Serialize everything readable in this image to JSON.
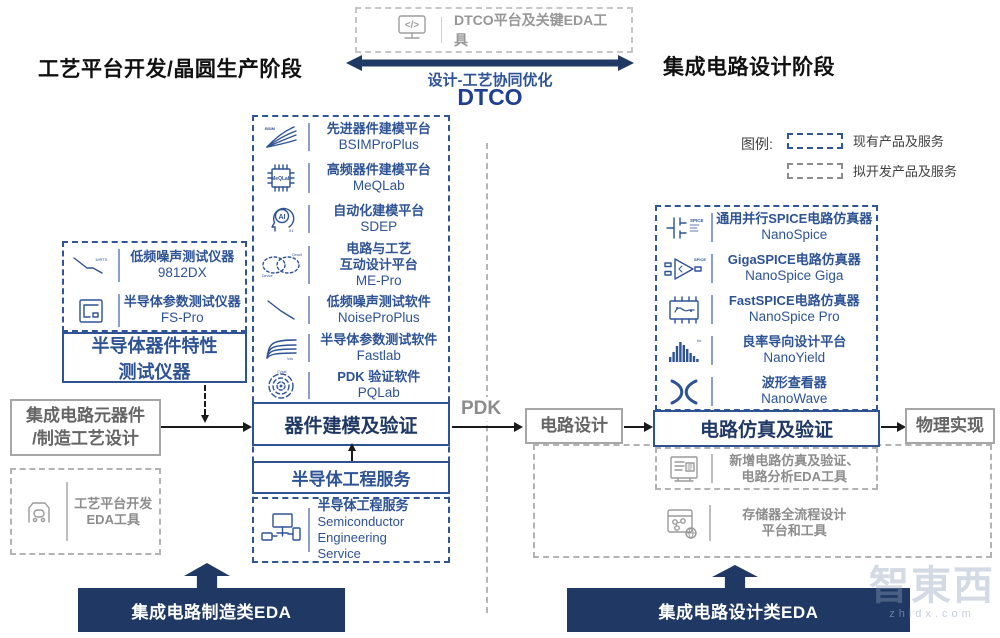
{
  "stages": {
    "left_title": "工艺平台开发/晶圆生产阶段",
    "right_title": "集成电路设计阶段"
  },
  "dtco": {
    "tool_label": "DTCO平台及关键EDA工具",
    "subtitle": "设计-工艺协同优化",
    "acronym": "DTCO"
  },
  "legend": {
    "title": "图例:",
    "existing_label": "现有产品及服务",
    "planned_label": "拟开发产品及服务"
  },
  "left_column": {
    "instruments": [
      {
        "icon": "noise-signal-icon",
        "name": "低频噪声测试仪器",
        "product": "9812DX"
      },
      {
        "icon": "parameter-tester-icon",
        "name": "半导体参数测试仪器",
        "product": "FS-Pro"
      }
    ],
    "instrument_group_label": "半导体器件特性\n测试仪器",
    "process_box_label": "集成电路元器件\n/制造工艺设计",
    "planned_tool": {
      "icon": "process-eda-icon",
      "name": "工艺平台开发\nEDA工具"
    }
  },
  "center_column": {
    "tools": [
      {
        "icon": "bsim-curves-icon",
        "name": "先进器件建模平台",
        "product": "BSIMProPlus"
      },
      {
        "icon": "rf-chip-icon",
        "name": "高频器件建模平台",
        "product": "MeQLab"
      },
      {
        "icon": "ai-head-icon",
        "name": "自动化建模平台",
        "product": "SDEP"
      },
      {
        "icon": "circuit-process-loop-icon",
        "name": "电路与工艺\n互动设计平台",
        "product": "ME-Pro"
      },
      {
        "icon": "noise-line-icon",
        "name": "低频噪声测试软件",
        "product": "NoiseProPlus"
      },
      {
        "icon": "iv-curves-icon",
        "name": "半导体参数测试软件",
        "product": "Fastlab"
      },
      {
        "icon": "radar-rings-icon",
        "name": "PDK 验证软件",
        "product": "PQLab"
      }
    ],
    "modeling_box_label": "器件建模及验证",
    "service_box_label": "半导体工程服务",
    "service_detail": {
      "icon": "engineering-service-icon",
      "name": "半导体工程服务",
      "name_en": "Semiconductor\nEngineering\nService"
    }
  },
  "flow": {
    "pdk_label": "PDK",
    "circuit_design_label": "电路设计",
    "simulation_box_label": "电路仿真及验证",
    "physical_label": "物理实现"
  },
  "right_column": {
    "tools": [
      {
        "icon": "spice-capacitor-icon",
        "name": "通用并行SPICE电路仿真器",
        "product": "NanoSpice"
      },
      {
        "icon": "opamp-icon",
        "name": "GigaSPICE电路仿真器",
        "product": "NanoSpice Giga"
      },
      {
        "icon": "chip-trace-icon",
        "name": "FastSPICE电路仿真器",
        "product": "NanoSpice Pro"
      },
      {
        "icon": "yield-histogram-icon",
        "name": "良率导向设计平台",
        "product": "NanoYield"
      },
      {
        "icon": "waveform-icon",
        "name": "波形查看器",
        "product": "NanoWave"
      }
    ],
    "planned_tools": [
      {
        "icon": "new-sim-doc-icon",
        "name": "新增电路仿真及验证、\n电路分析EDA工具"
      },
      {
        "icon": "memory-flow-icon",
        "name": "存储器全流程设计\n平台和工具"
      }
    ]
  },
  "bottom": {
    "left_label": "集成电路制造类EDA",
    "right_label": "集成电路设计类EDA"
  },
  "watermark": {
    "logo": "智東西",
    "domain": "zhidx.com"
  },
  "colors": {
    "navy": "#1f3864",
    "blue": "#2e5395",
    "blue_dashed": "#2f5597",
    "gray_text": "#8c8c8c",
    "gray_border": "#a6a6a6"
  }
}
